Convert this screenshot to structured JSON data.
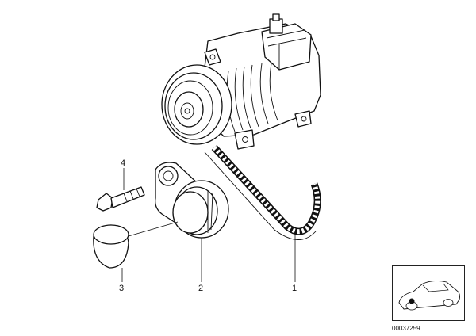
{
  "labels": {
    "part_1": "1",
    "part_2": "2",
    "part_3": "3",
    "part_4": "4"
  },
  "catalog_number": "00037259",
  "icons": {
    "compressor": "ac-compressor-icon",
    "belt": "drive-belt-icon",
    "tensioner": "belt-tensioner-icon",
    "cap": "dust-cap-icon",
    "bolt": "hex-bolt-icon",
    "car": "car-silhouette-icon"
  },
  "colors": {
    "line": "#111111",
    "background": "#ffffff"
  }
}
